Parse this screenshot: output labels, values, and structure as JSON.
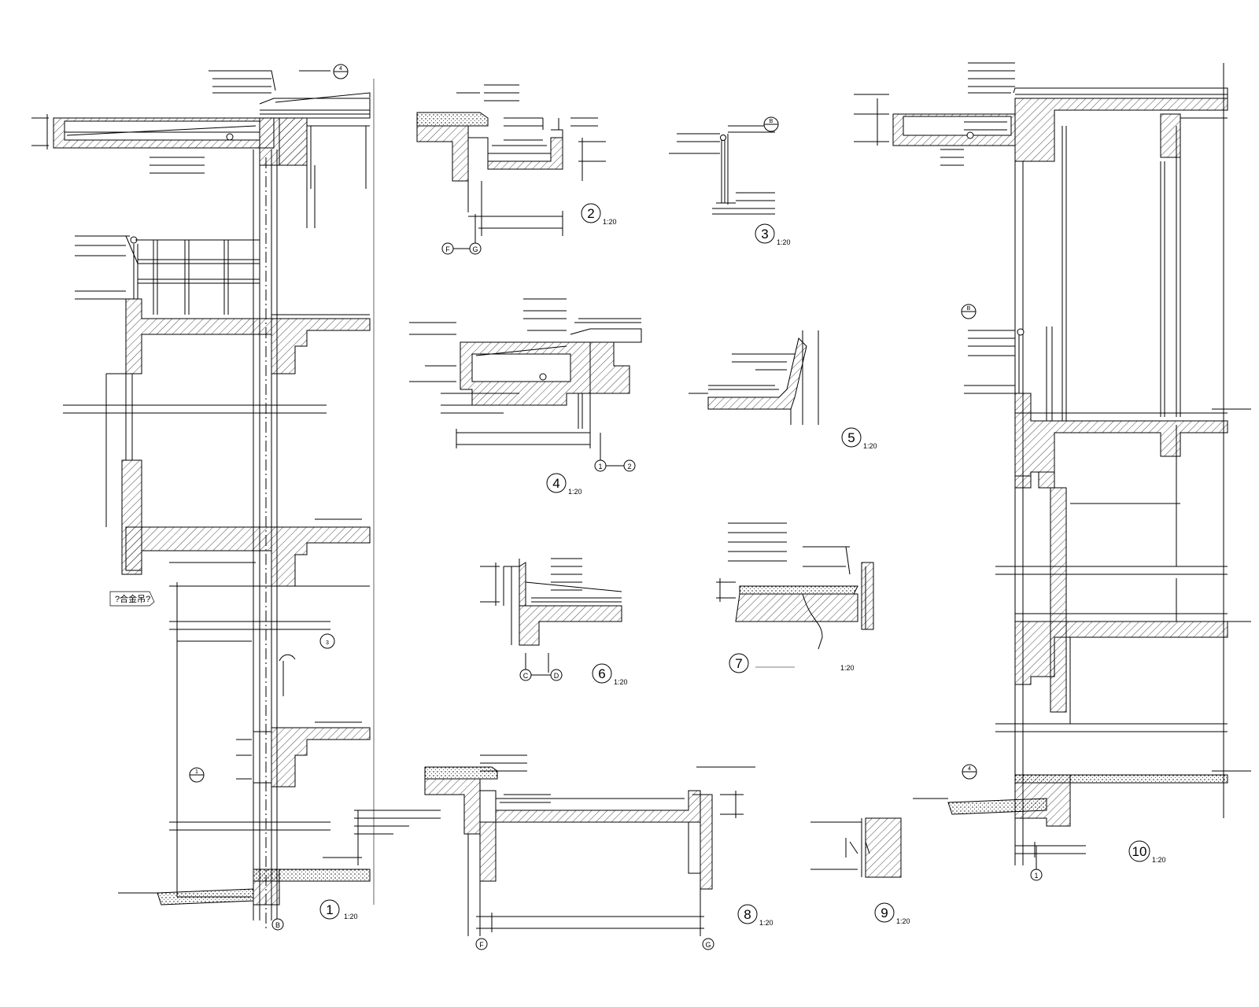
{
  "details": [
    {
      "num": "1",
      "scale": "1:20"
    },
    {
      "num": "2",
      "scale": "1:20"
    },
    {
      "num": "3",
      "scale": "1:20"
    },
    {
      "num": "4",
      "scale": "1:20"
    },
    {
      "num": "5",
      "scale": "1:20"
    },
    {
      "num": "6",
      "scale": "1:20"
    },
    {
      "num": "7",
      "scale": "1:20"
    },
    {
      "num": "8",
      "scale": "1:20"
    },
    {
      "num": "9",
      "scale": "1:20"
    },
    {
      "num": "10",
      "scale": "1:20"
    }
  ],
  "axes": {
    "d1": "B",
    "d2a": "F",
    "d2b": "G",
    "d4a": "1",
    "d4b": "2",
    "d6a": "C",
    "d6b": "D",
    "d8a": "F",
    "d8b": "G",
    "d10": "1"
  },
  "callouts": {
    "d1_top": "4",
    "d1_mid": "3",
    "d1_low": "1",
    "d3_ref": "B",
    "d10_ref": "4",
    "d10_mid": "B"
  },
  "notes": {
    "alloy_note": "?合金吊?"
  },
  "colors": {
    "line": "#000000",
    "paper": "#ffffff"
  }
}
